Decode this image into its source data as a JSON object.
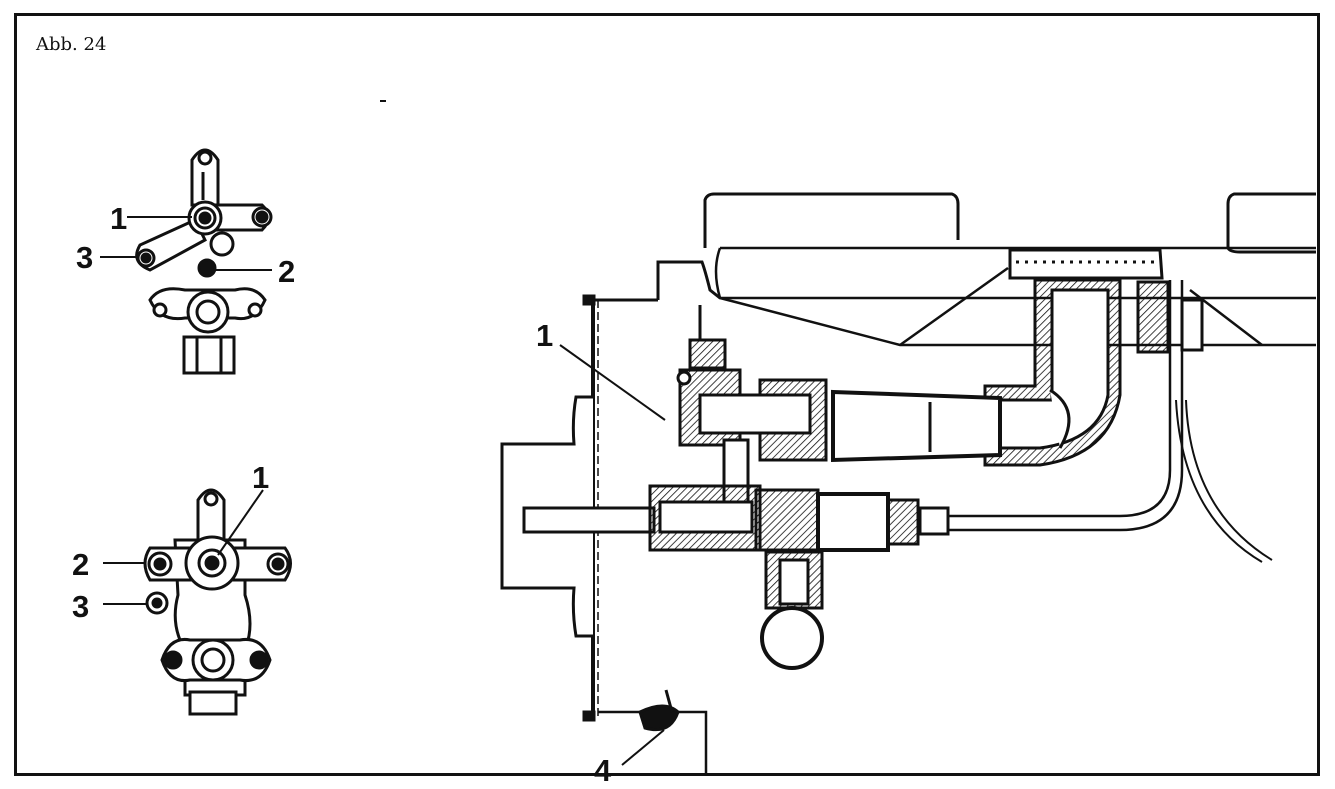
{
  "figure": {
    "label": "Abb. 24"
  },
  "callouts": {
    "top_view": [
      "1",
      "2",
      "3"
    ],
    "front_view": [
      "1",
      "2",
      "3"
    ],
    "section": [
      "1",
      "4"
    ]
  },
  "colors": {
    "ink": "#111111",
    "paper": "#ffffff"
  }
}
